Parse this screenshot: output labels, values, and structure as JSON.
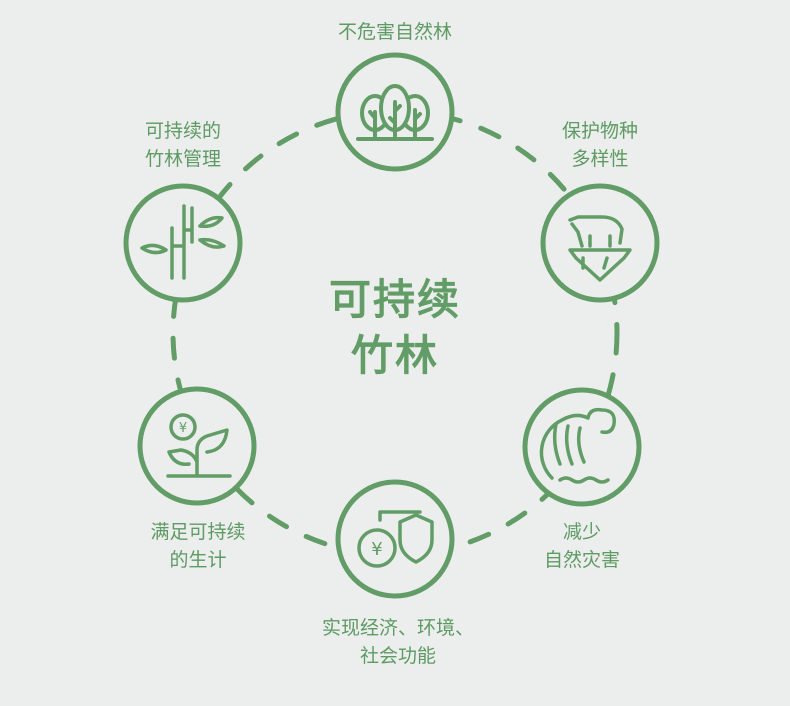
{
  "title": [
    "可持续",
    "竹林"
  ],
  "accent_color": "#629c66",
  "background_color": "#eceeed",
  "nodes": [
    {
      "icon": "trees-icon",
      "lines": [
        "不危害自然林"
      ]
    },
    {
      "icon": "polar-bear-icon",
      "lines": [
        "保护物种",
        "多样性"
      ]
    },
    {
      "icon": "wave-icon",
      "lines": [
        "减少",
        "自然灾害"
      ]
    },
    {
      "icon": "coin-shield-icon",
      "lines": [
        "实现经济、环境、",
        "社会功能"
      ]
    },
    {
      "icon": "coin-sprout-icon",
      "lines": [
        "满足可持续",
        "的生计"
      ]
    },
    {
      "icon": "bamboo-icon",
      "lines": [
        "可持续的",
        "竹林管理"
      ]
    }
  ]
}
